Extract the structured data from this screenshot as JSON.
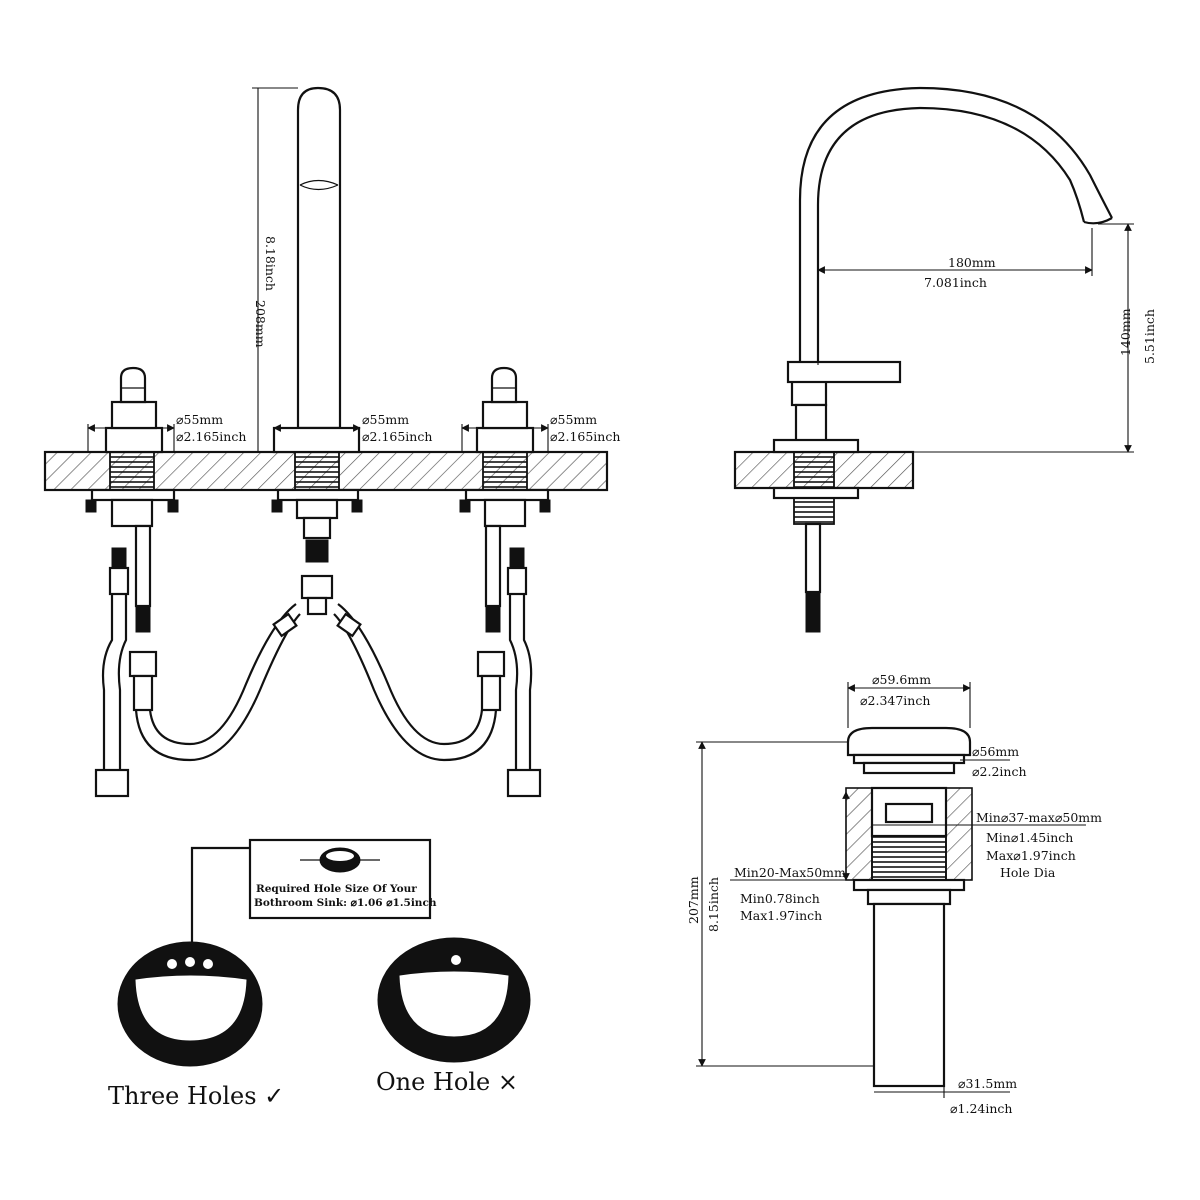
{
  "colors": {
    "line": "#111111",
    "background": "#ffffff",
    "hatch": "#555555"
  },
  "spout_front": {
    "height_mm": "208mm",
    "height_in": "8.18inch"
  },
  "holes": {
    "left": {
      "dia_mm": "⌀55mm",
      "dia_in": "⌀2.165inch"
    },
    "center": {
      "dia_mm": "⌀55mm",
      "dia_in": "⌀2.165inch"
    },
    "right": {
      "dia_mm": "⌀55mm",
      "dia_in": "⌀2.165inch"
    }
  },
  "side_view": {
    "reach_mm": "180mm",
    "reach_in": "7.081inch",
    "spout_height_mm": "140mm",
    "spout_height_in": "5.51inch"
  },
  "drain": {
    "cap_mm": "⌀59.6mm",
    "cap_in": "⌀2.347inch",
    "flange_mm": "⌀56mm",
    "flange_in": "⌀2.2inch",
    "hole_range_mm": "Min⌀37-max⌀50mm",
    "hole_min_in": "Min⌀1.45inch",
    "hole_max_in": "Max⌀1.97inch",
    "hole_dia_label": "Hole Dia",
    "thickness_mm": "Min20-Max50mm",
    "thickness_min_in": "Min0.78inch",
    "thickness_max_in": "Max1.97inch",
    "height_mm": "207mm",
    "height_in": "8.15inch",
    "tail_mm": "⌀31.5mm",
    "tail_in": "⌀1.24inch"
  },
  "hole_note": {
    "line1": "Required Hole Size Of Your",
    "line2": "Bothroom Sink: ⌀1.06 ⌀1.5inch"
  },
  "sink_options": {
    "three_holes": "Three Holes ✓",
    "one_hole": "One Hole ×"
  }
}
